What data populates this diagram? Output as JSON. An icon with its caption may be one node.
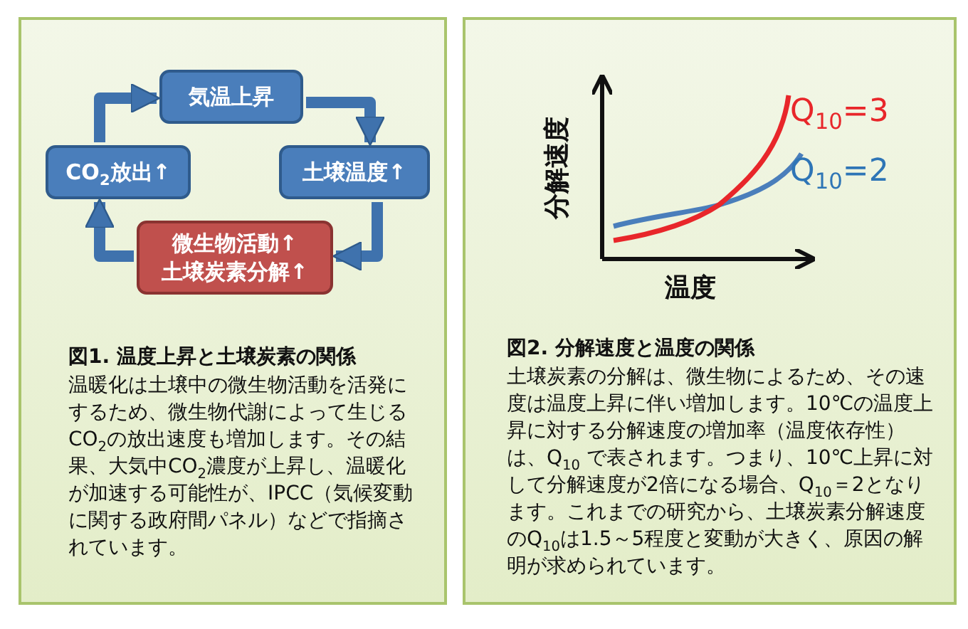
{
  "diagram": {
    "nodes": [
      {
        "text": [
          "図1. 温度上昇と土壌炭素の関係",
          "温暖化は土壌中の微生物活動を活発にするため、微生物代謝によって生じるCO$_{2}$の放出速度も増加します。その結果、大気中CO$_{2}$濃度が上昇し、温暖化が加速する可能性が、IPCC（気候変動に関する政府間パネル）などで指摘されています。"
        ]
      },
      {
        "text": [
          "気温上昇"
        ],
        "in": 0
      },
      {
        "text": [
          "土壌温度↑"
        ],
        "in": 0
      },
      {
        "text": [
          "微生物活動↑",
          "土壌炭素分解↑"
        ],
        "in": 0
      },
      {
        "text": [
          "CO$_{2}$放出↑"
        ],
        "in": 0
      },
      {
        "text": [
          "図2. 分解速度と温度の関係",
          "土壌炭素の分解は、微生物によるため、その速度は温度上昇に伴い増加します。10℃の温度上昇に対する分解速度の増加率（温度依存性）は、Q$_{10}$ で表されます。つまり、10℃上昇に対して分解速度が2倍になる場合、Q$_{10}$＝2となります。これまでの研究から、土壌炭素分解速度のQ$_{10}$は1.5～5程度と変動が大きく、原因の解明が求められています。"
        ]
      }
    ],
    "edges": [
      {
        "from": 1,
        "to": 2,
        "arrow": "to"
      },
      {
        "from": 2,
        "to": 3,
        "arrow": "to"
      },
      {
        "from": 3,
        "to": 4,
        "arrow": "to"
      },
      {
        "from": 4,
        "to": 1,
        "arrow": "to"
      }
    ],
    "labels": [
      "分解速度",
      "温度",
      "Q$_{10}$=3",
      "Q$_{10}$=2"
    ]
  }
}
